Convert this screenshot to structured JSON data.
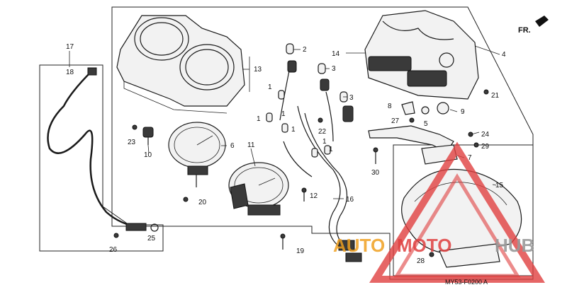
{
  "diagram": {
    "code": "MY53-F0200 A",
    "direction_label": "FR.",
    "callouts": [
      {
        "id": "c17",
        "text": "17"
      },
      {
        "id": "c18",
        "text": "18"
      },
      {
        "id": "c2",
        "text": "2"
      },
      {
        "id": "c3a",
        "text": "3"
      },
      {
        "id": "c3b",
        "text": "3"
      },
      {
        "id": "c13",
        "text": "13"
      },
      {
        "id": "c14",
        "text": "14"
      },
      {
        "id": "c4",
        "text": "4"
      },
      {
        "id": "c21",
        "text": "21"
      },
      {
        "id": "c1a",
        "text": "1"
      },
      {
        "id": "c1b",
        "text": "1"
      },
      {
        "id": "c1c",
        "text": "1"
      },
      {
        "id": "c1d",
        "text": "1"
      },
      {
        "id": "c1e",
        "text": "1"
      },
      {
        "id": "c1f",
        "text": "1"
      },
      {
        "id": "c22",
        "text": "22"
      },
      {
        "id": "c8",
        "text": "8"
      },
      {
        "id": "c9",
        "text": "9"
      },
      {
        "id": "c27",
        "text": "27"
      },
      {
        "id": "c5",
        "text": "5"
      },
      {
        "id": "c24",
        "text": "24"
      },
      {
        "id": "c29",
        "text": "29"
      },
      {
        "id": "c7",
        "text": "7"
      },
      {
        "id": "c23",
        "text": "23"
      },
      {
        "id": "c10",
        "text": "10"
      },
      {
        "id": "c6",
        "text": "6"
      },
      {
        "id": "c11",
        "text": "11"
      },
      {
        "id": "c30",
        "text": "30"
      },
      {
        "id": "c15",
        "text": "15"
      },
      {
        "id": "c12",
        "text": "12"
      },
      {
        "id": "c16",
        "text": "16"
      },
      {
        "id": "c20",
        "text": "20"
      },
      {
        "id": "c26",
        "text": "26"
      },
      {
        "id": "c25",
        "text": "25"
      },
      {
        "id": "c19",
        "text": "19"
      },
      {
        "id": "c28",
        "text": "28"
      }
    ]
  },
  "watermark": {
    "text_a": "AUTO",
    "text_b": "MOTO",
    "text_c": "HUB",
    "color_red": "#e04040",
    "color_orange": "#f0a020",
    "color_gray": "#9a9a9a"
  }
}
